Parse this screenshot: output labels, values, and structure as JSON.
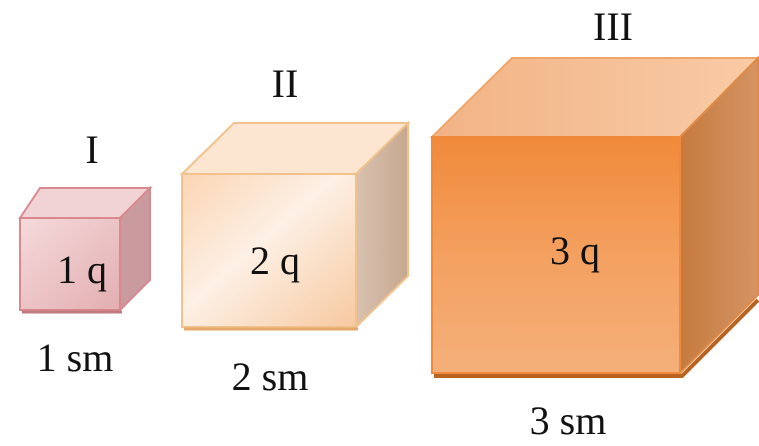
{
  "cubes": [
    {
      "roman": "I",
      "face_label": "1 q",
      "edge_label": "1 sm"
    },
    {
      "roman": "II",
      "face_label": "2 q",
      "edge_label": "2 sm"
    },
    {
      "roman": "III",
      "face_label": "3 q",
      "edge_label": "3 sm"
    }
  ],
  "colors": {
    "cube1_front": "#ecc3c5",
    "cube1_top": "#f2d3d5",
    "cube1_side": "#c99a9e",
    "cube1_edge": "#d9898e",
    "cube2_front": "#fbe3cf",
    "cube2_top": "#fde9d6",
    "cube2_side": "#d9b59a",
    "cube2_edge": "#f2c28d",
    "cube3_front": "#f2964a",
    "cube3_top": "#f6be91",
    "cube3_side": "#cc7a3a",
    "cube3_edge": "#b86420"
  }
}
